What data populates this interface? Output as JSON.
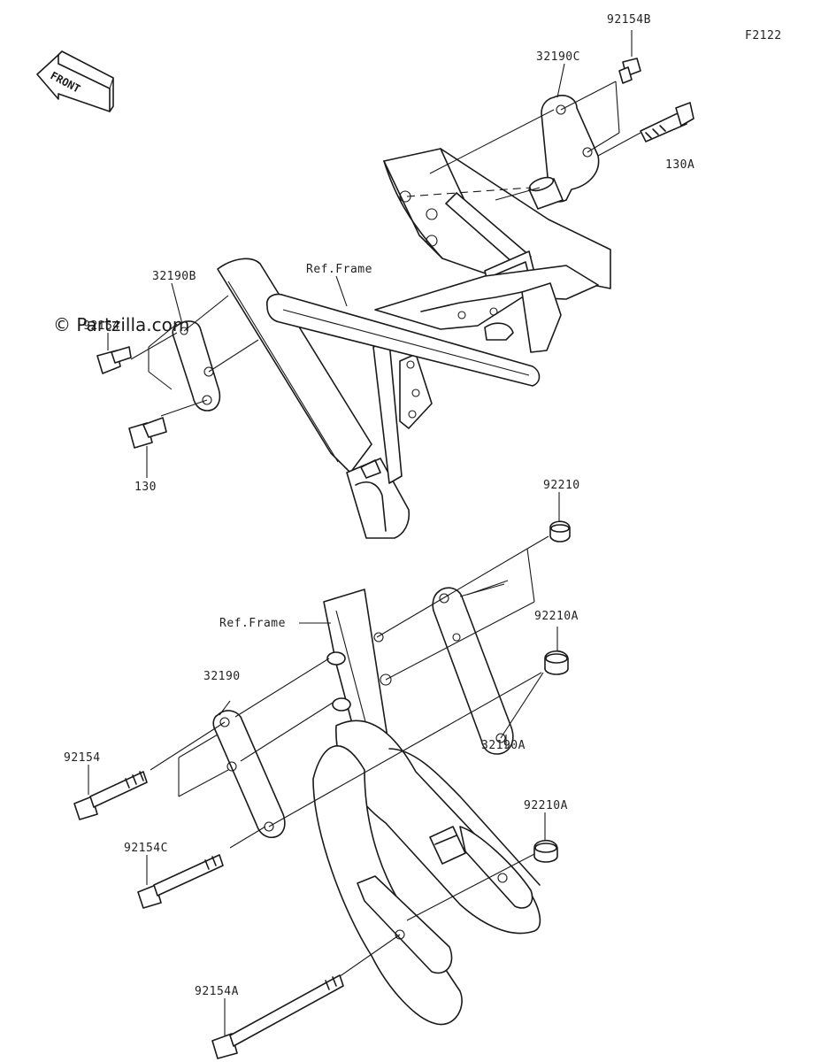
{
  "figure_code": "F2122",
  "watermark": "© Partzilla.com",
  "front_label": "FRONT",
  "ref_frame_label": "Ref.Frame",
  "parts": {
    "p92154B": "92154B",
    "p32190C": "32190C",
    "p130A": "130A",
    "p32190B": "32190B",
    "p92154_hidden": "92154",
    "p130": "130",
    "p92210": "92210",
    "p92210A_1": "92210A",
    "p32190A": "32190A",
    "p32190": "32190",
    "p92154": "92154",
    "p92154C": "92154C",
    "p92210A_2": "92210A",
    "p92154A": "92154A"
  },
  "colors": {
    "line": "#1a1a1a",
    "text": "#222222",
    "background": "#ffffff"
  }
}
